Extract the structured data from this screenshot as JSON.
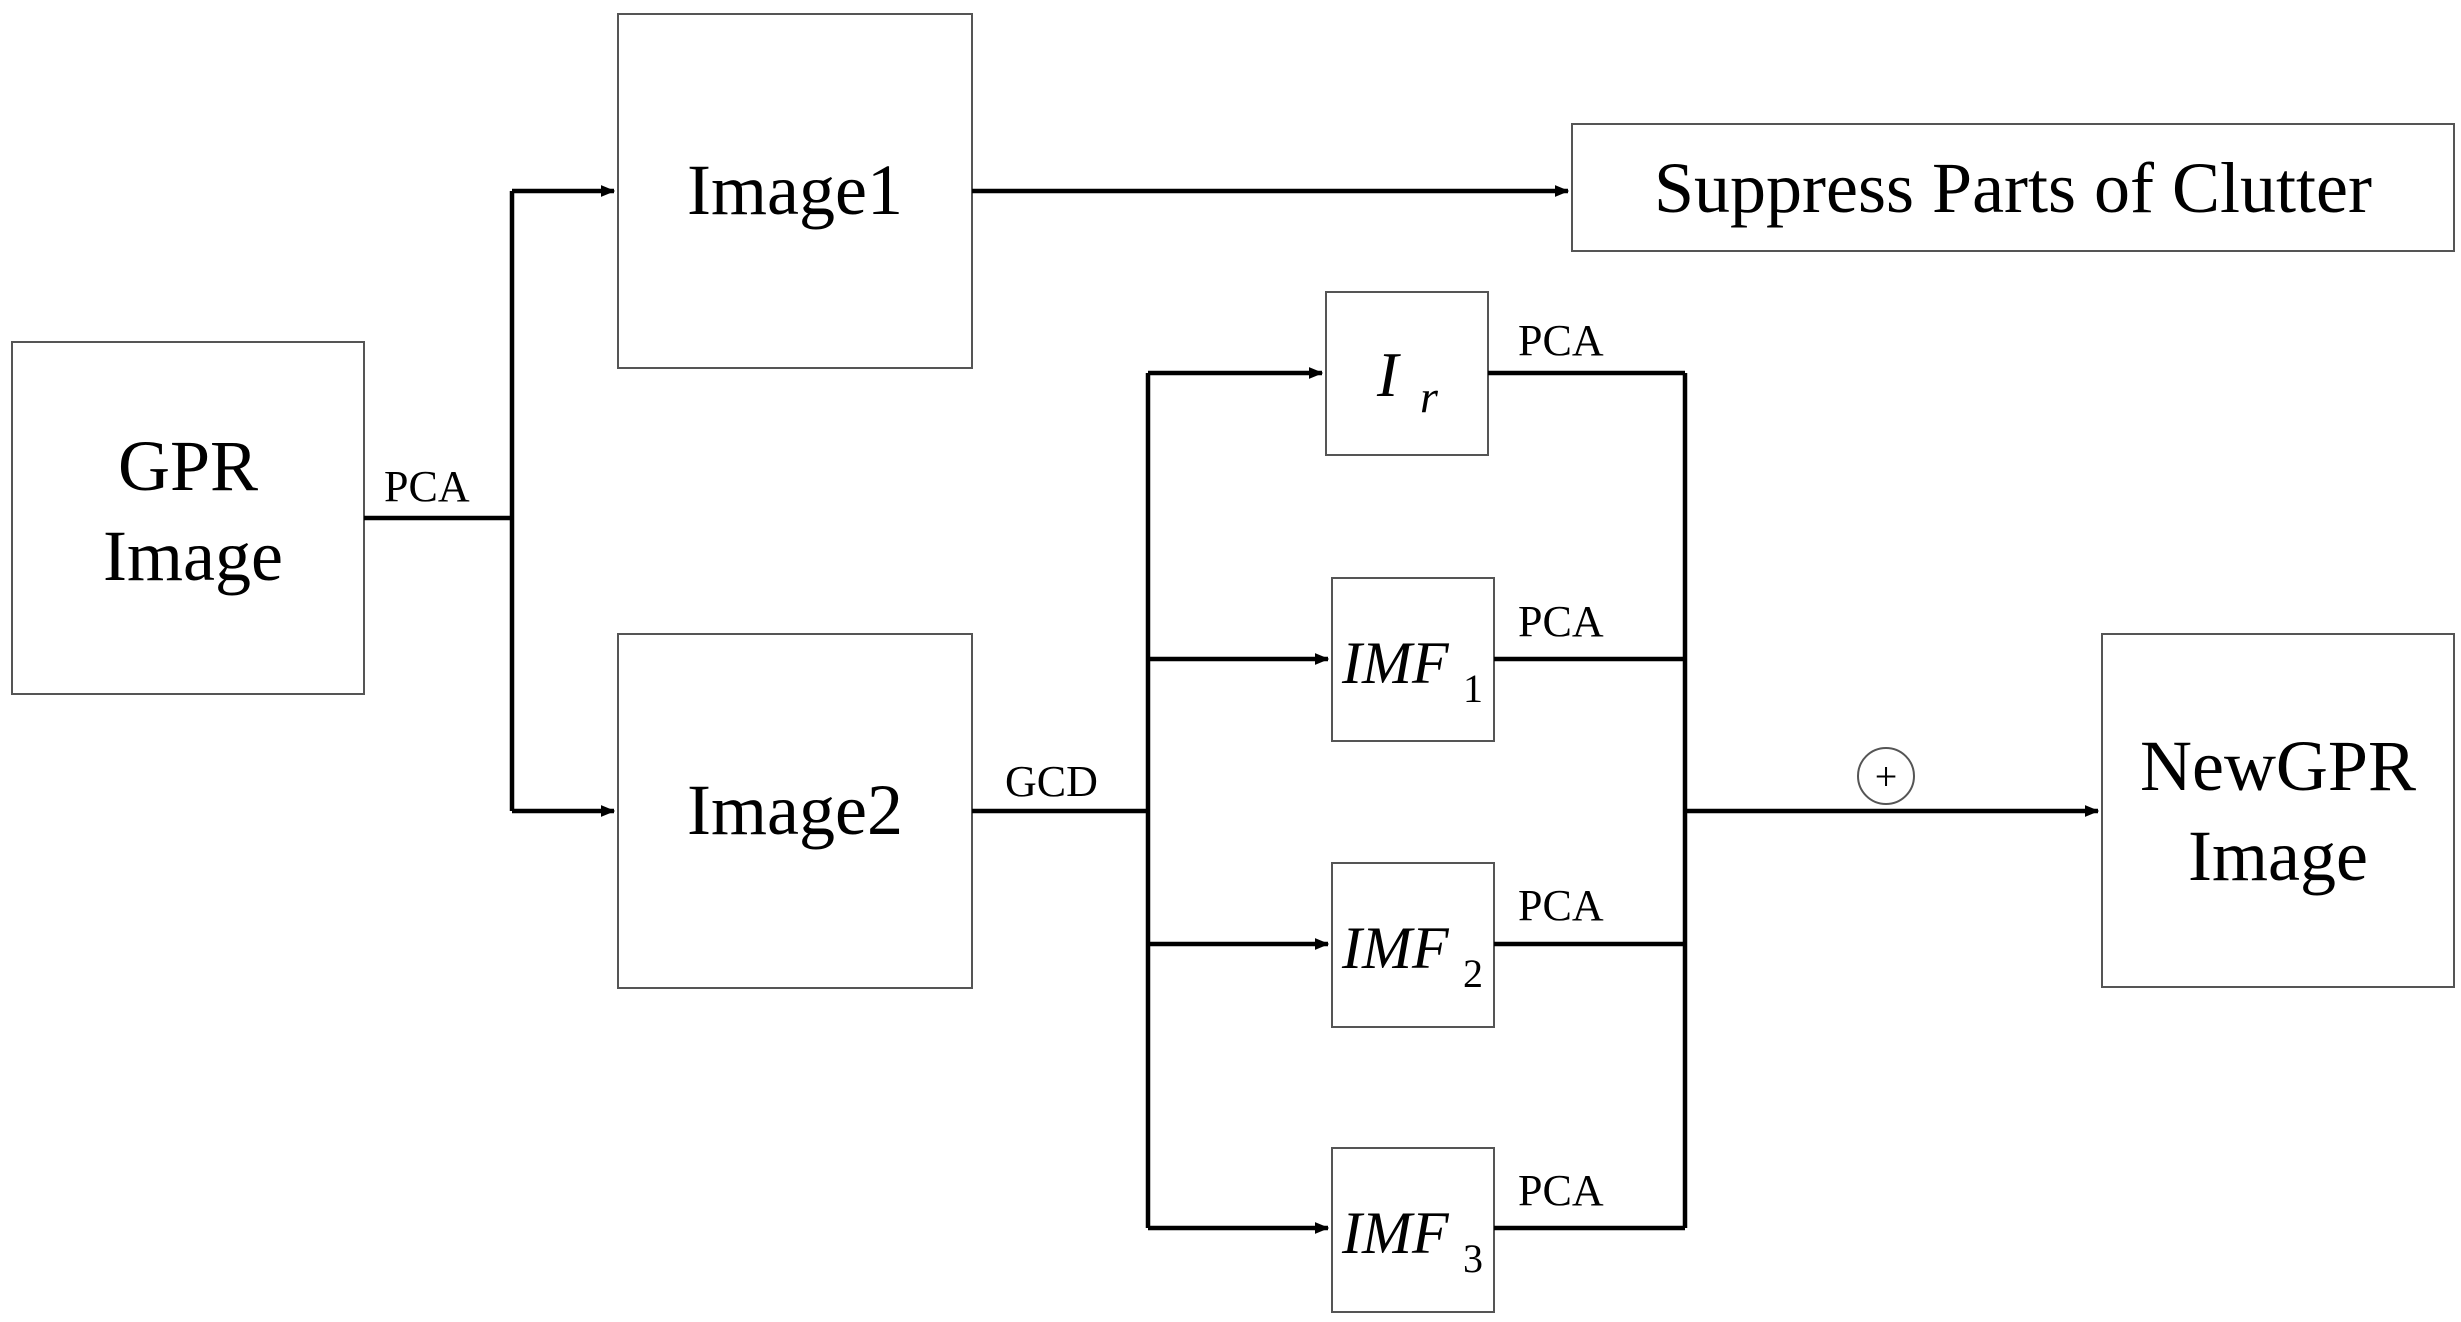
{
  "nodes": {
    "gpr_image": {
      "line1": "GPR",
      "line2": "Image"
    },
    "image1": {
      "label": "Image1"
    },
    "image2": {
      "label": "Image2"
    },
    "suppress": {
      "label": "Suppress Parts of Clutter"
    },
    "ir": {
      "main": "I",
      "sub": "r"
    },
    "imf1": {
      "main": "IMF",
      "sub": "1"
    },
    "imf2": {
      "main": "IMF",
      "sub": "2"
    },
    "imf3": {
      "main": "IMF",
      "sub": "3"
    },
    "new_gpr": {
      "line1": "NewGPR",
      "line2": "Image"
    }
  },
  "edge_labels": {
    "gpr_pca": "PCA",
    "gcd": "GCD",
    "ir_pca": "PCA",
    "imf1_pca": "PCA",
    "imf2_pca": "PCA",
    "imf3_pca": "PCA"
  },
  "sum_symbol": "+"
}
